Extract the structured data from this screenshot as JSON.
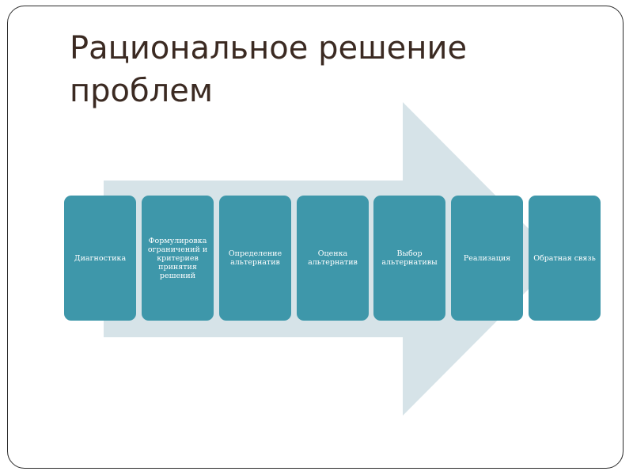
{
  "slide": {
    "title": "Рациональное решение проблем"
  },
  "process": {
    "steps": [
      {
        "label": "Диагностика"
      },
      {
        "label": "Формулировка ограничений и критериев принятия решений"
      },
      {
        "label": "Определение альтернатив"
      },
      {
        "label": "Оценка альтернатив"
      },
      {
        "label": "Выбор альтернативы"
      },
      {
        "label": "Реализация"
      },
      {
        "label": "Обратная связь"
      }
    ]
  },
  "colors": {
    "step_fill": "#3e97aa",
    "arrow_fill": "#d6e3e8",
    "title_text": "#3b2a22",
    "frame_border": "#2a2a2a"
  }
}
